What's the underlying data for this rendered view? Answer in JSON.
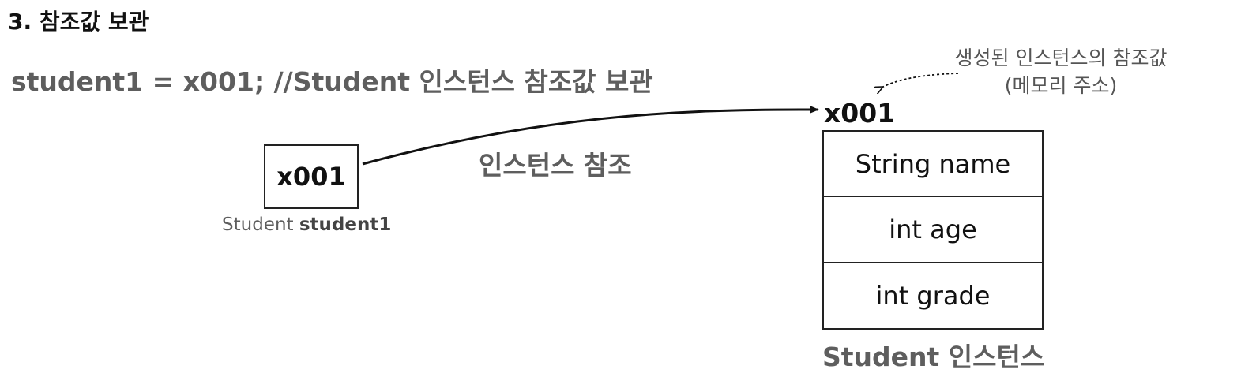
{
  "section_title": "3. 참조값 보관",
  "statement": "student1 = x001; //Student 인스턴스 참조값 보관",
  "variable": {
    "value": "x001",
    "type": "Student",
    "name": "student1"
  },
  "reference_label": "인스턴스 참조",
  "instance": {
    "address": "x001",
    "address_note_line1": "생성된 인스턴스의 참조값",
    "address_note_line2": "(메모리 주소)",
    "fields": [
      "String name",
      "int age",
      "int grade"
    ],
    "label": "Student 인스턴스"
  }
}
